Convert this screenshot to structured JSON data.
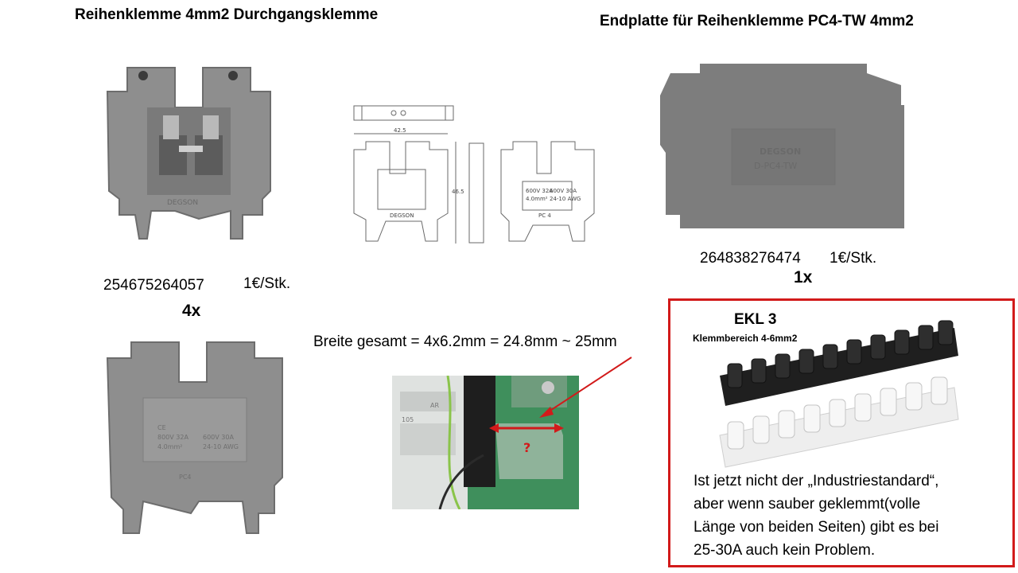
{
  "left": {
    "title": "Reihenklemme 4mm2 Durchgangsklemme",
    "article_number": "254675264057",
    "price": "1€/Stk.",
    "quantity": "4x",
    "top_image_logo": "DEGSON",
    "bottom_image_text": [
      "CE",
      "800V 32A",
      "4.0mm²",
      "600V 30A",
      "24-10 AWG",
      "PC4"
    ]
  },
  "drawing": {
    "labels": [
      "42.5",
      "46.5",
      "DEGSON",
      "600V 32A",
      "4.0mm²",
      "600V 30A",
      "24-10 AWG",
      "PC 4"
    ]
  },
  "right": {
    "title": "Endplatte für Reihenklemme PC4-TW 4mm2",
    "article_number": "264838276474",
    "price": "1€/Stk.",
    "quantity": "1x",
    "plate_logo": "DEGSON",
    "plate_model": "D-PC4-TW"
  },
  "middle": {
    "width_formula": "Breite gesamt =  4x6.2mm = 24.8mm ~ 25mm",
    "photo_mark": "?",
    "photo_texts": [
      "105",
      "AR"
    ]
  },
  "ekl": {
    "title": "EKL 3",
    "subtitle": "Klemmbereich 4-6mm2",
    "note_lines": [
      "Ist jetzt nicht der „Industriestandard“,",
      "aber wenn sauber  geklemmt(volle",
      "Länge von beiden Seiten) gibt es bei",
      "25-30A auch kein Problem."
    ]
  },
  "colors": {
    "accent_red": "#d21a1a",
    "terminal_gray": "#8e8e8e",
    "plate_gray": "#7d7d7d",
    "pcb_green": "#3f8f5c"
  }
}
